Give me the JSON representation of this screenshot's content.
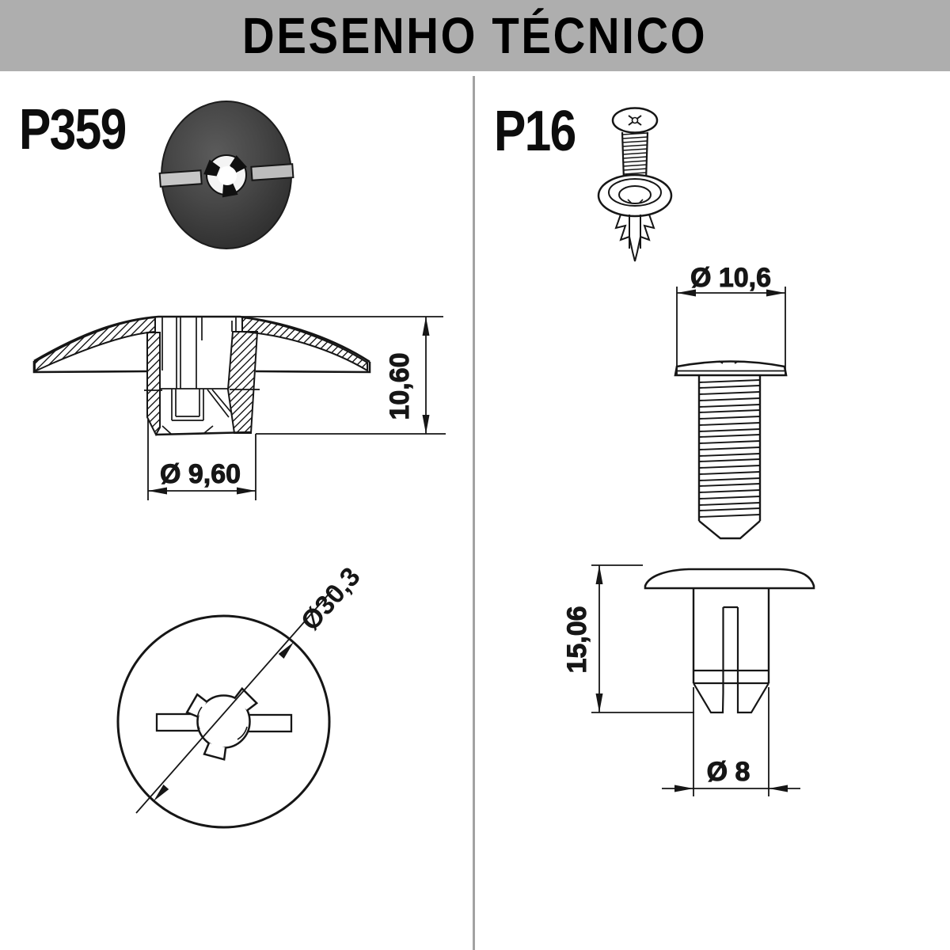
{
  "header": {
    "title": "DESENHO TÉCNICO"
  },
  "left_part": {
    "code": "P359",
    "photo_icon": "black-dome-trim-clip-photo",
    "side_view": {
      "height_dim": "10,60",
      "diameter_dim": "Ø 9,60"
    },
    "top_view": {
      "diameter_dim": "Ø30,3"
    }
  },
  "right_part": {
    "code": "P16",
    "product_icon": "screw-rivet-clip-drawing",
    "screw_view": {
      "head_diameter_dim": "Ø 10,6"
    },
    "body_view": {
      "height_dim": "15,06",
      "shank_diameter_dim": "Ø 8"
    }
  }
}
